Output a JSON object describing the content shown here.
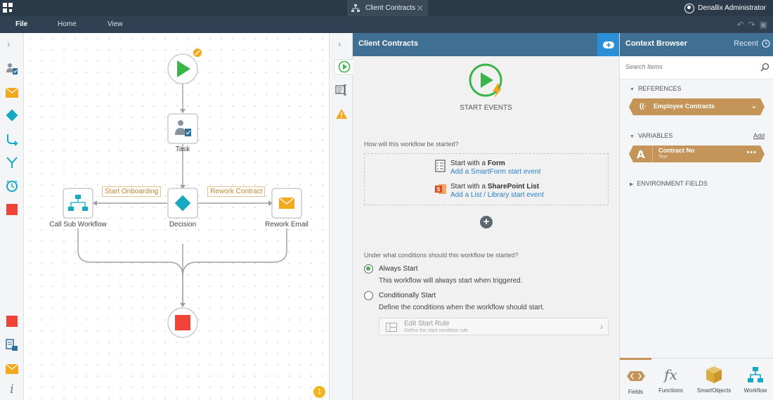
{
  "app": {
    "document_tab": "Client Contracts",
    "user_name": "Denallix Administrator"
  },
  "menu": {
    "file": "File",
    "home": "Home",
    "view": "View"
  },
  "canvas": {
    "nodes": {
      "task": "Task",
      "decision": "Decision",
      "call_sub_workflow": "Call Sub Workflow",
      "rework_email": "Rework Email"
    },
    "tags": {
      "start_onboarding": "Start Onboarding",
      "rework_contract": "Rework Contract"
    },
    "notification_count": "1"
  },
  "start_panel": {
    "header": "Client Contracts",
    "title": "START EVENTS",
    "question_how": "How will this workflow be started?",
    "form_option": {
      "lead": "Start with a ",
      "bold": "Form",
      "link": "Add a SmartForm start event"
    },
    "sharepoint_option": {
      "lead": "Start with a ",
      "bold": "SharePoint List",
      "link": "Add a List / Library start event"
    },
    "add_symbol": "+",
    "question_when": "Under what conditions should this workflow be started?",
    "always_start": {
      "label": "Always Start",
      "description": "This workflow will always start when triggered.",
      "selected": true
    },
    "conditionally_start": {
      "label": "Conditionally Start",
      "description": "Define the conditions when the workflow should start.",
      "selected": false
    },
    "edit_start_rule": {
      "title": "Edit Start Rule",
      "subtitle": "Define the start condition rule."
    }
  },
  "context_browser": {
    "title": "Context Browser",
    "recent": "Recent",
    "search_placeholder": "Search Items",
    "references_heading": "REFERENCES",
    "reference_item": "Employee Contracts",
    "variables_heading": "VARIABLES",
    "add_label": "Add",
    "variable": {
      "icon_letter": "A",
      "name": "Contract No",
      "type": "Text",
      "more": "•••"
    },
    "environment_heading": "ENVIRONMENT FIELDS",
    "tabs": {
      "fields": "Fields",
      "functions": "Functions",
      "smartobjects": "SmartObjects",
      "workflow": "Workflow"
    },
    "functions_glyph": "fx"
  },
  "colors": {
    "accent_green": "#3bb54a",
    "accent_teal": "#15a9c4",
    "accent_orange": "#f4a81d",
    "stop_red": "#f04438",
    "header_blue": "#3f6f92",
    "context_gold": "#c49459"
  }
}
